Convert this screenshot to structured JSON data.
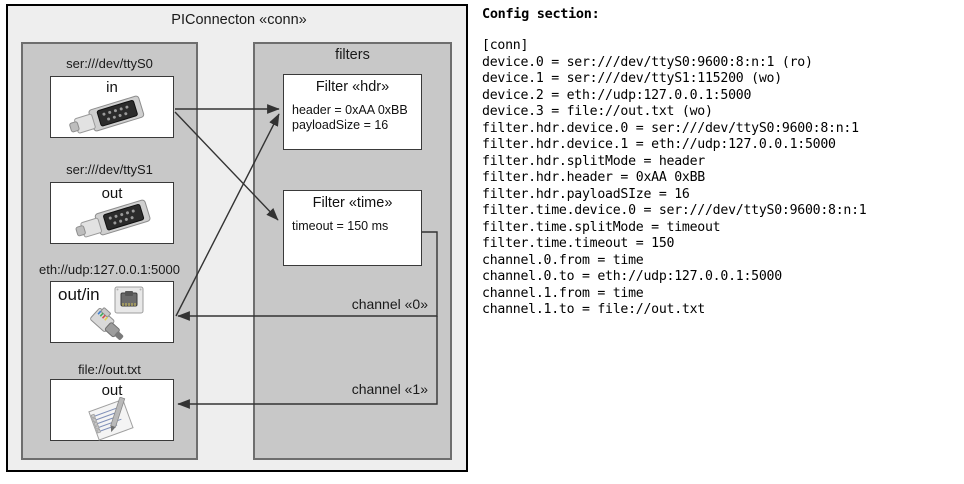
{
  "diagram": {
    "title": "PIConnecton «conn»",
    "devices_group": {
      "items": [
        {
          "label": "ser:///dev/ttyS0",
          "card_title": "in",
          "icon": "serial-port-icon"
        },
        {
          "label": "ser:///dev/ttyS1",
          "card_title": "out",
          "icon": "serial-port-icon"
        },
        {
          "label": "eth://udp:127.0.0.1:5000",
          "card_title": "out/in",
          "icon": "ethernet-jack-icon"
        },
        {
          "label": "file://out.txt",
          "card_title": "out",
          "icon": "text-file-icon"
        }
      ]
    },
    "filters_group": {
      "title": "filters",
      "items": [
        {
          "title": "Filter «hdr»",
          "lines": [
            "header = 0xAA 0xBB",
            "payloadSize = 16"
          ]
        },
        {
          "title": "Filter «time»",
          "lines": [
            "timeout = 150 ms"
          ]
        }
      ],
      "channels": [
        {
          "label": "channel «0»"
        },
        {
          "label": "channel «1»"
        }
      ]
    }
  },
  "config": {
    "heading": "Config section:",
    "text": "[conn]\ndevice.0 = ser:///dev/ttyS0:9600:8:n:1 (ro)\ndevice.1 = ser:///dev/ttyS1:115200 (wo)\ndevice.2 = eth://udp:127.0.0.1:5000\ndevice.3 = file://out.txt (wo)\nfilter.hdr.device.0 = ser:///dev/ttyS0:9600:8:n:1\nfilter.hdr.device.1 = eth://udp:127.0.0.1:5000\nfilter.hdr.splitMode = header\nfilter.hdr.header = 0xAA 0xBB\nfilter.hdr.payloadSIze = 16\nfilter.time.device.0 = ser:///dev/ttyS0:9600:8:n:1\nfilter.time.splitMode = timeout\nfilter.time.timeout = 150\nchannel.0.from = time\nchannel.0.to = eth://udp:127.0.0.1:5000\nchannel.1.from = time\nchannel.1.to = file://out.txt"
  },
  "colors": {
    "canvas": "#ffffff",
    "outer_fill": "#eeeeee",
    "group_fill": "#c8c8c8",
    "group_border": "#6e6e6e",
    "card_fill": "#ffffff",
    "card_border": "#3a3a3a",
    "stroke": "#333333"
  }
}
